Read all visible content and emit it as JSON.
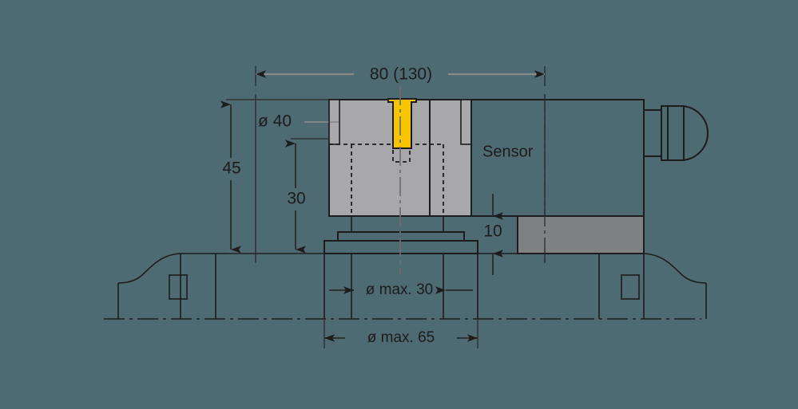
{
  "drawing": {
    "title": "Sensor mounting dimension drawing",
    "background_color": "#4e6a73",
    "body_fill_color": "#a8a8ab",
    "plinth_fill_color": "#7f8082",
    "highlight_color": "#f7c400",
    "line_color": "#1c1c1c",
    "thin_line_color": "#2a2a2a",
    "dimensions": {
      "width_overall": "80 (130)",
      "height_overall": "45",
      "height_inner": "30",
      "plinth_height": "10",
      "bore_diameter": "ø 40",
      "clearance_small": "ø max. 30",
      "clearance_large": "ø max. 65"
    },
    "labels": {
      "sensor": "Sensor"
    }
  }
}
